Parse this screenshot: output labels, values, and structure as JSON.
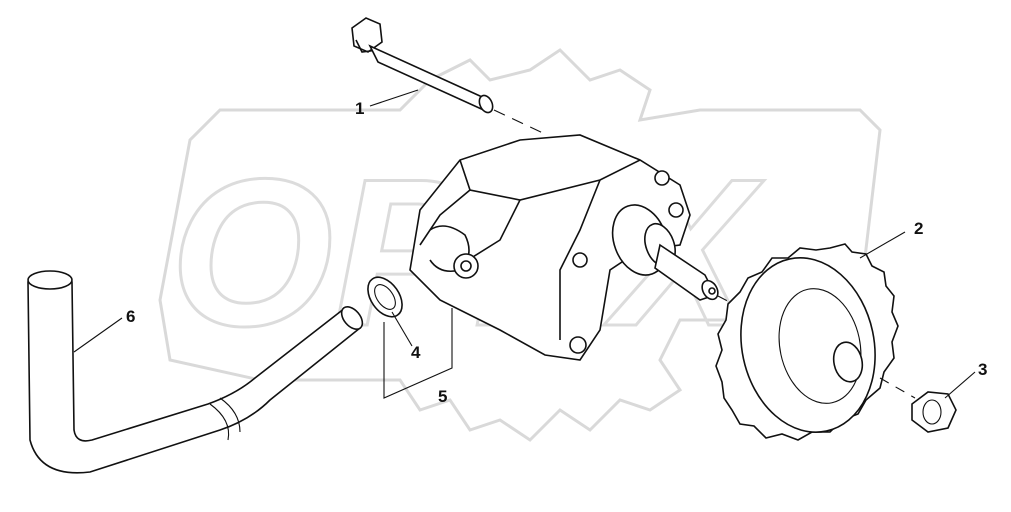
{
  "watermark": {
    "text": "OPEX"
  },
  "callouts": [
    {
      "id": "1",
      "label": "1",
      "part": "bolt"
    },
    {
      "id": "2",
      "label": "2",
      "part": "gear"
    },
    {
      "id": "3",
      "label": "3",
      "part": "nut"
    },
    {
      "id": "4",
      "label": "4",
      "part": "o-ring"
    },
    {
      "id": "5",
      "label": "5",
      "part": "pump-assembly"
    },
    {
      "id": "6",
      "label": "6",
      "part": "pickup-tube"
    }
  ]
}
